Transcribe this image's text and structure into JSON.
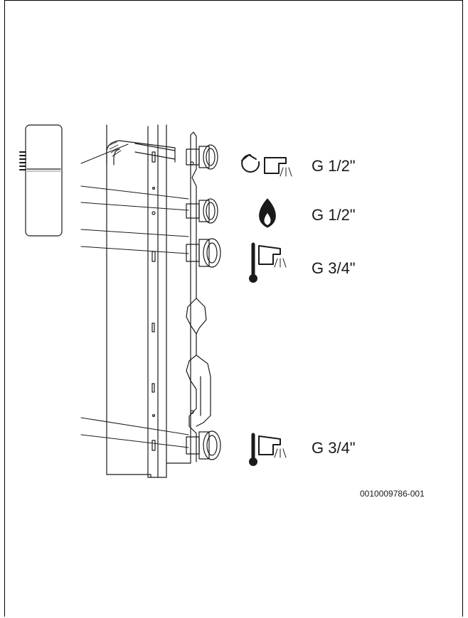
{
  "connections": [
    {
      "icon": "hot-water-circulation-icon",
      "size": "G 1/2\""
    },
    {
      "icon": "gas-flame-icon",
      "size": "G 1/2\""
    },
    {
      "icon": "hot-water-outlet-icon",
      "size": "G 3/4\""
    },
    {
      "icon": "cold-water-inlet-icon",
      "size": "G 3/4\""
    }
  ],
  "figure_id": "0010009786-001"
}
